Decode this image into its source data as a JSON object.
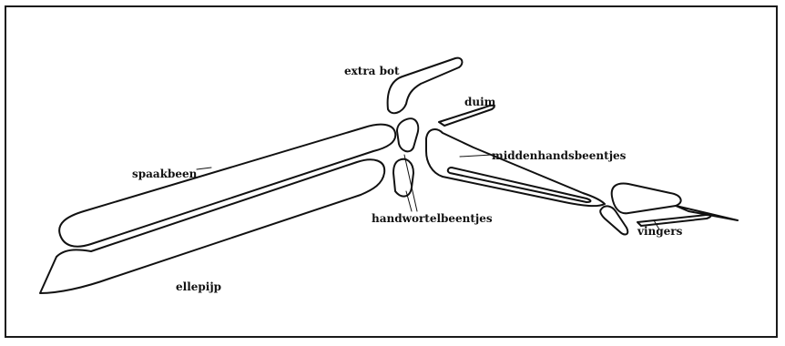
{
  "diagram": {
    "labels": {
      "extra_bot": "extra bot",
      "duim": "duim",
      "spaakbeen": "spaakbeen",
      "middenhandsbeentjes": "middenhandsbeentjes",
      "handwortelbeentjes": "handwortelbeentjes",
      "vingers": "vingers",
      "ellepijp": "ellepijp"
    }
  }
}
